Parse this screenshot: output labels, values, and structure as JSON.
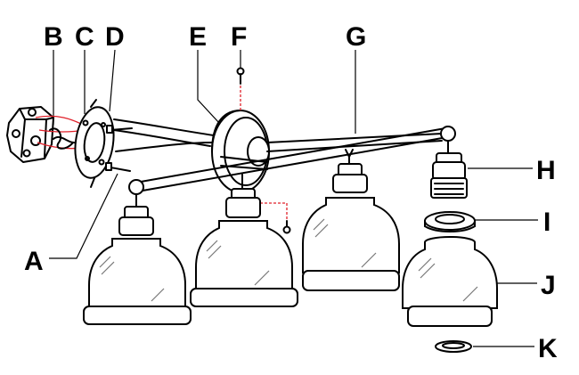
{
  "callouts": {
    "A": "A",
    "B": "B",
    "C": "C",
    "D": "D",
    "E": "E",
    "F": "F",
    "G": "G",
    "H": "H",
    "I": "I",
    "J": "J",
    "K": "K"
  },
  "colors": {
    "line": "#000000",
    "wire": "#e0202a",
    "background": "#ffffff"
  }
}
